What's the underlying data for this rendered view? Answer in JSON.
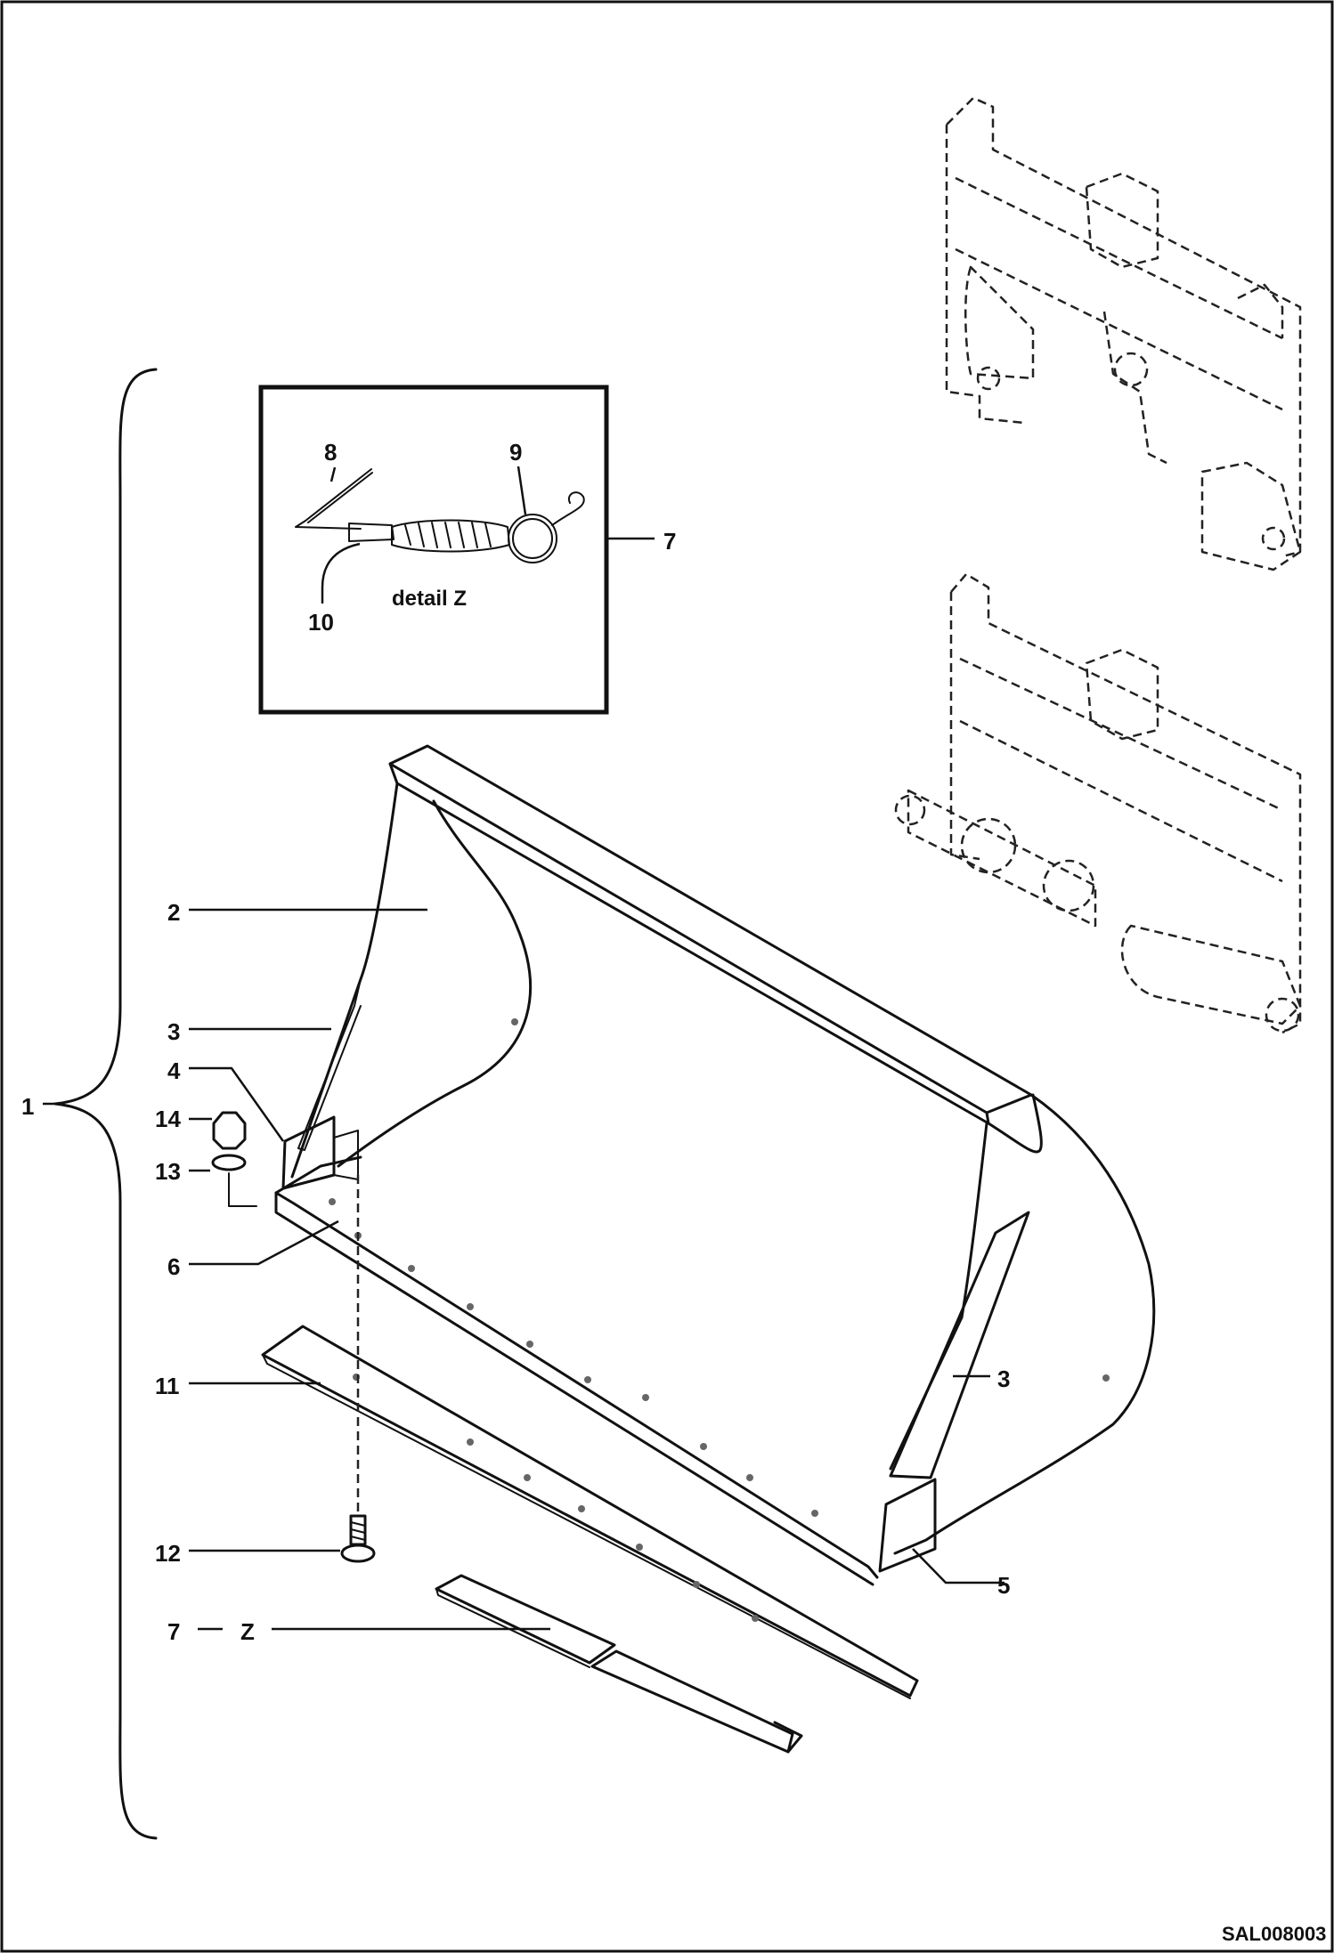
{
  "callouts": {
    "c1": "1",
    "c2": "2",
    "c3a": "3",
    "c3b": "3",
    "c4": "4",
    "c5": "5",
    "c6": "6",
    "c7a": "7",
    "c7b": "7",
    "c8": "8",
    "c9": "9",
    "c10": "10",
    "c11": "11",
    "c12": "12",
    "c13": "13",
    "c14": "14",
    "cz": "Z"
  },
  "detail": {
    "label": "detail Z"
  },
  "drawing": {
    "code": "SAL008003"
  }
}
